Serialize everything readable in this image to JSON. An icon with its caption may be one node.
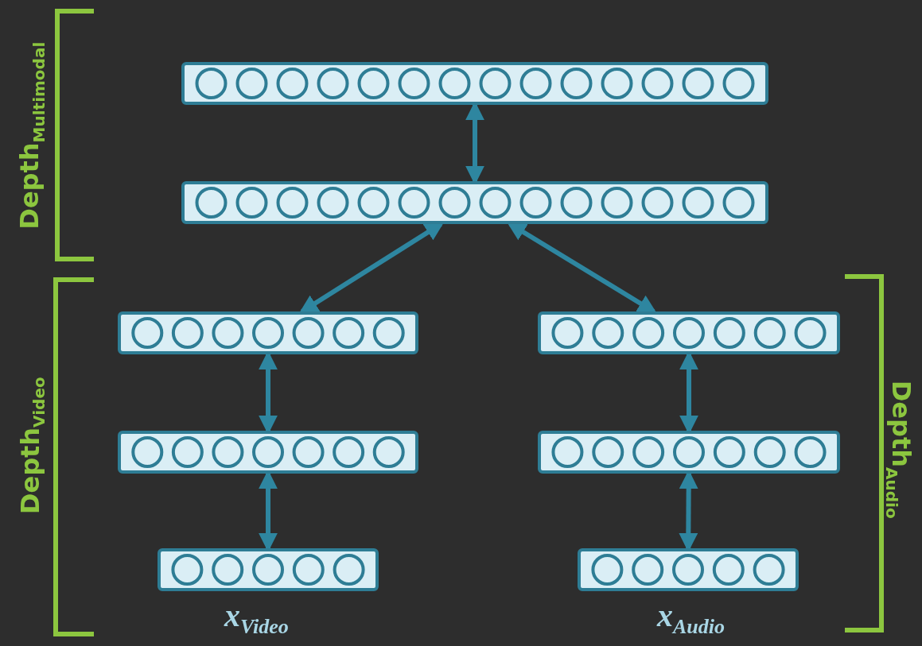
{
  "diagram": {
    "nodes": [
      {
        "text": [],
        "shape": "bar"
      },
      {
        "text": [],
        "shape": "bar"
      },
      {
        "text": [],
        "shape": "bar"
      },
      {
        "text": [],
        "shape": "bar"
      },
      {
        "text": [],
        "shape": "bar"
      },
      {
        "text": [],
        "shape": "bar"
      },
      {
        "text": [],
        "shape": "bar",
        "beside": [
          "x$_{Video}$"
        ]
      },
      {
        "text": [],
        "shape": "bar",
        "beside": [
          "x$_{Audio}$"
        ]
      }
    ],
    "edges": [
      {
        "from": 0,
        "to": 1,
        "arrow": "both"
      },
      {
        "from": 1,
        "to": 2,
        "arrow": "both"
      },
      {
        "from": 1,
        "to": 3,
        "arrow": "both"
      },
      {
        "from": 2,
        "to": 4,
        "arrow": "both"
      },
      {
        "from": 4,
        "to": 6,
        "arrow": "both"
      },
      {
        "from": 3,
        "to": 5,
        "arrow": "both"
      },
      {
        "from": 5,
        "to": 7,
        "arrow": "both"
      }
    ],
    "labels": [
      "Depth$_{Multimodal}$",
      "Depth$_{Video}$",
      "Depth$_{Audio}$"
    ]
  }
}
